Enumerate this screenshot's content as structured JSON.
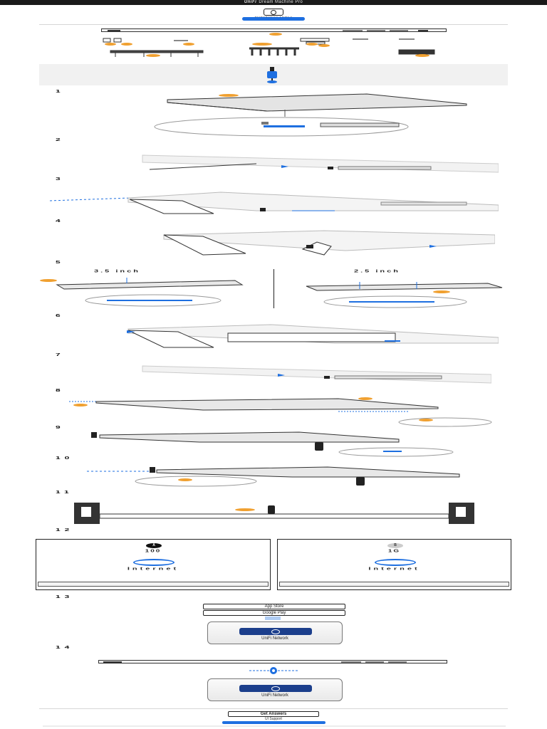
{
  "header": {
    "brand": "UniFi",
    "product": "Dream Machine Pro",
    "install_label": "Installation Video",
    "install_button": "",
    "bar_color": "#1a1a1a"
  },
  "steps": [
    "1",
    "2",
    "3",
    "4",
    "5",
    "6",
    "7",
    "8",
    "9",
    "10",
    "11",
    "12",
    "13",
    "14"
  ],
  "step5": {
    "left_label": "3.5 inch",
    "right_label": "2.5 inch"
  },
  "step12": {
    "panel_a": {
      "letter": "A",
      "speed": "100",
      "internet": "Internet"
    },
    "panel_b": {
      "letter": "B",
      "speed": "1G",
      "internet": "Internet"
    }
  },
  "step13": {
    "app_store": "App Store",
    "google_play": "Google Play",
    "app_name": "UniFi Network"
  },
  "step14": {
    "app_name": "UniFi Network"
  },
  "footer": {
    "get_answers": "Get Answers",
    "support_label": "UI Support"
  },
  "colors": {
    "accent_blue": "#1e6fe0",
    "callout_orange": "#f0a030",
    "app_blue": "#1c3f8c"
  }
}
